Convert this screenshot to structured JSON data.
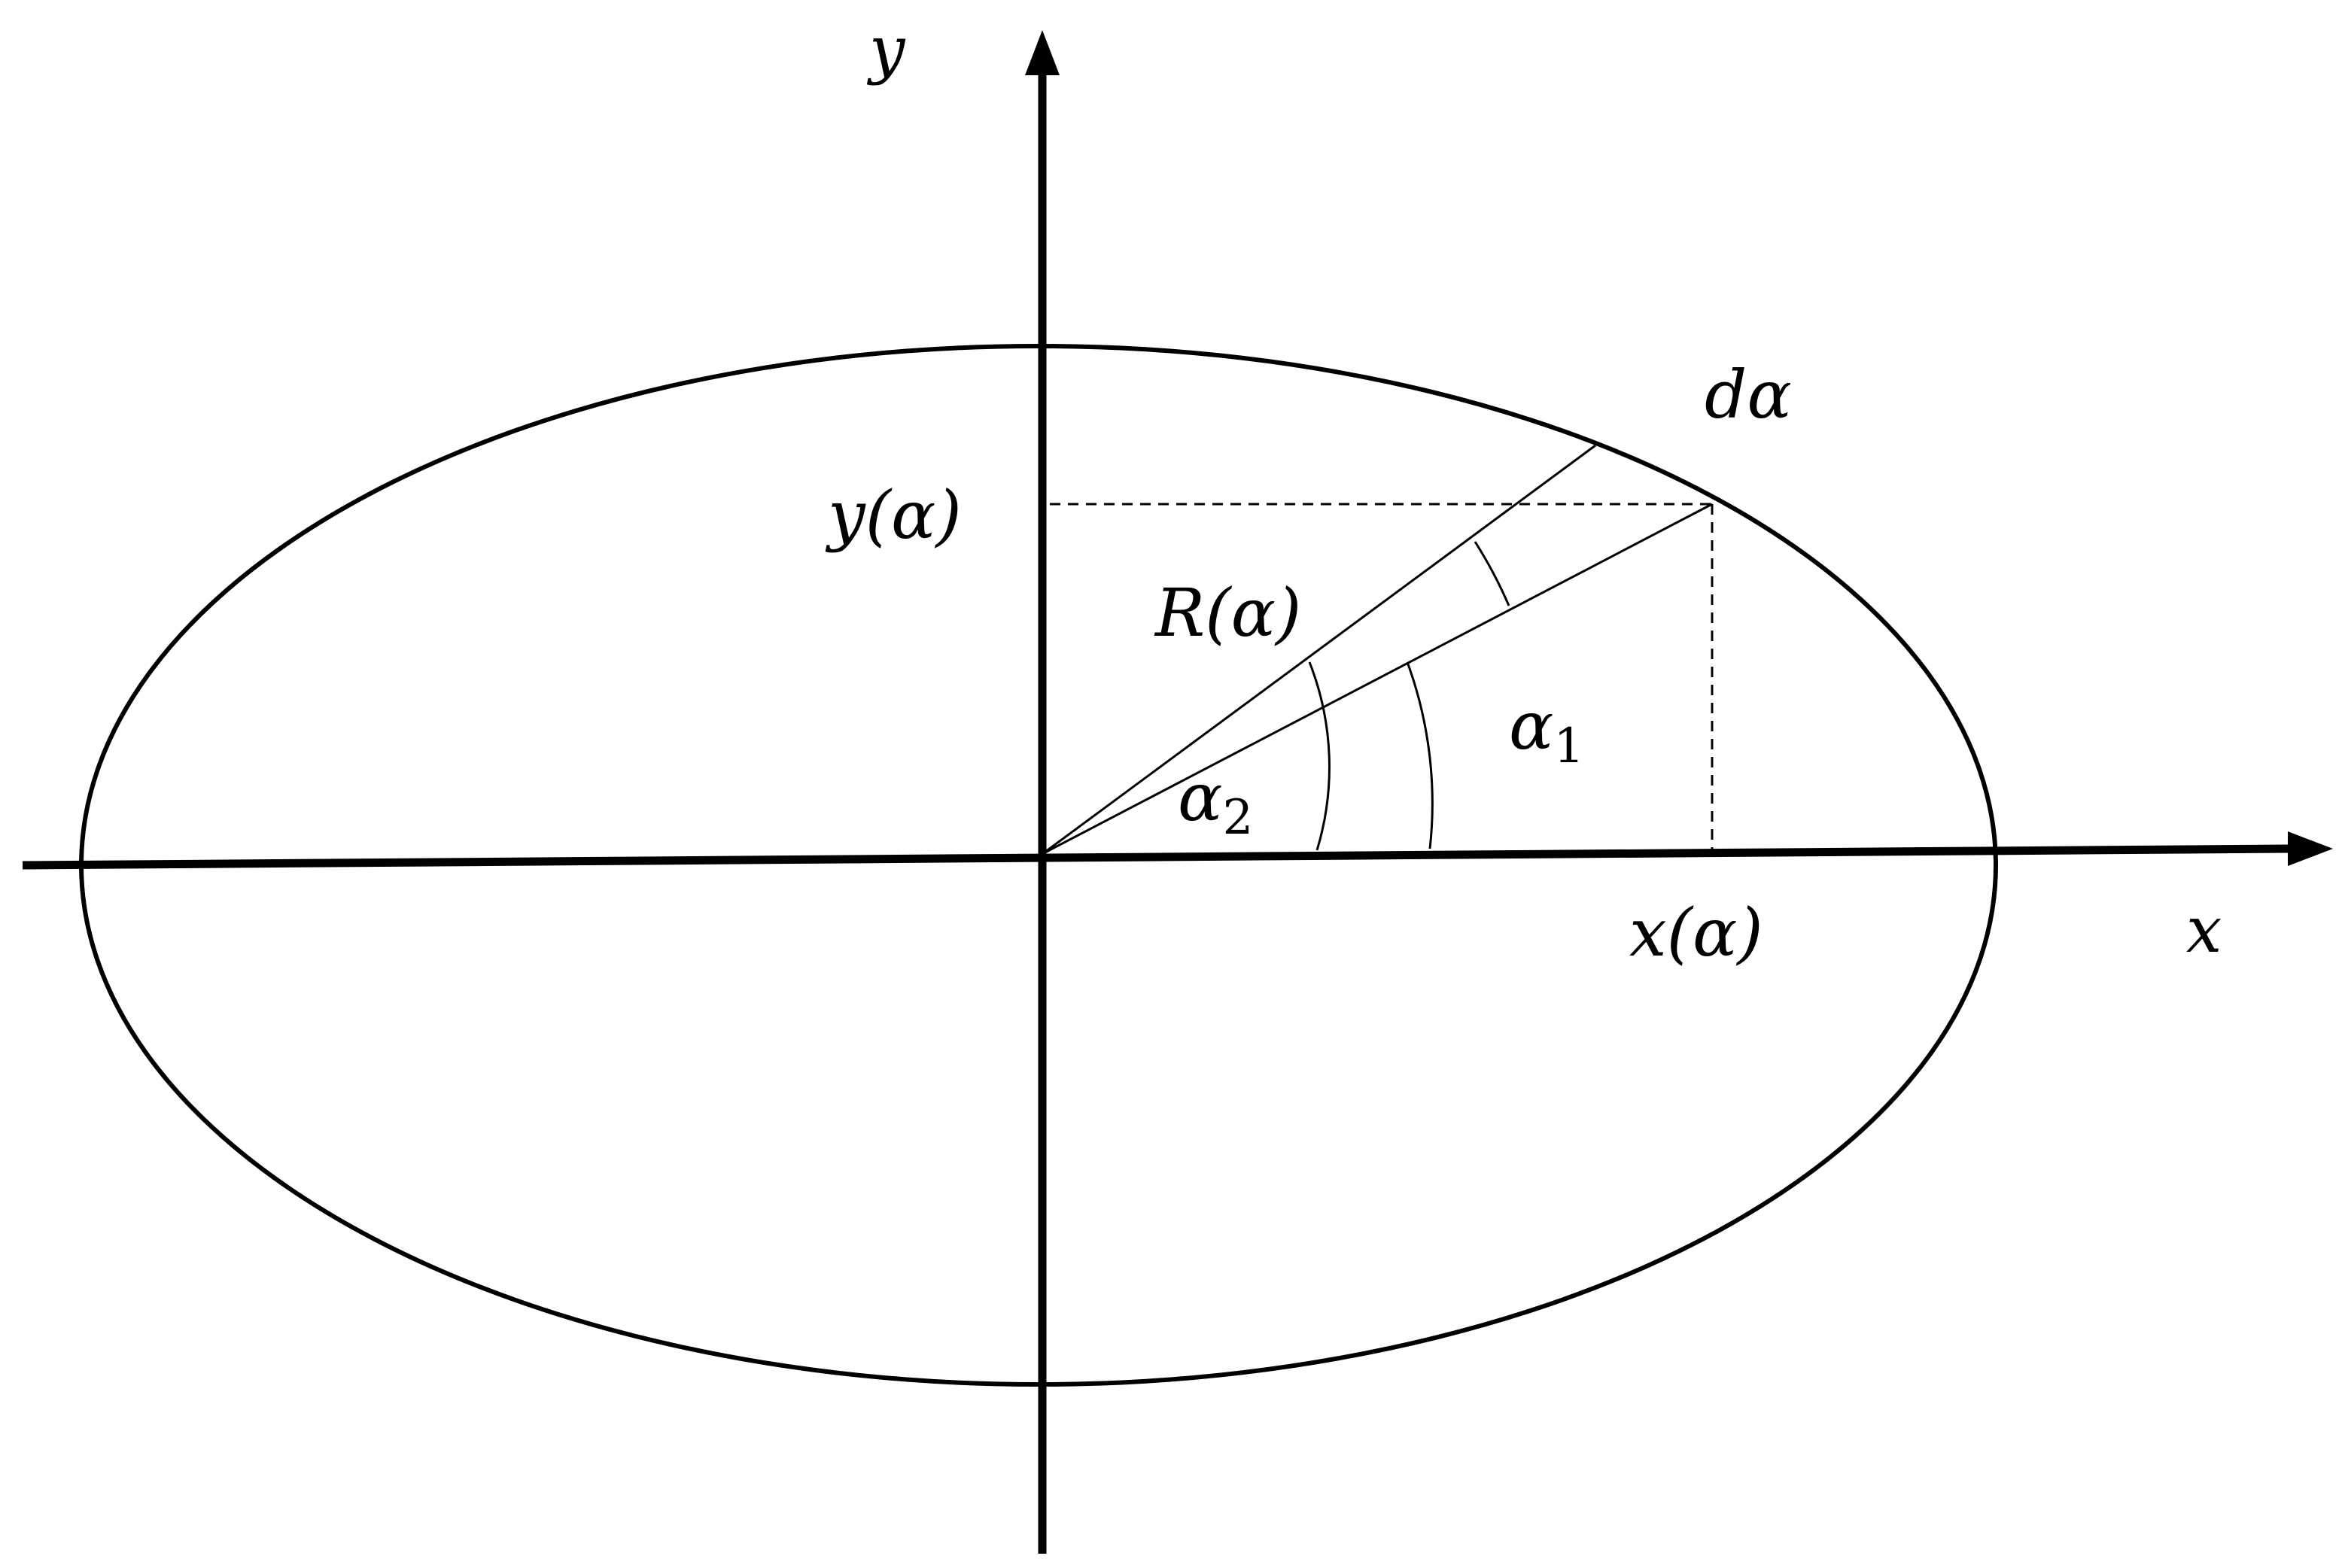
{
  "diagram": {
    "labels": {
      "y_axis": "y",
      "x_axis": "x",
      "y_of_alpha": "y(α)",
      "x_of_alpha": "x(α)",
      "r_of_alpha": "R(α)",
      "d_alpha": "dα",
      "alpha_1_base": "α",
      "alpha_1_sub": "1",
      "alpha_2_base": "α",
      "alpha_2_sub": "2"
    },
    "colors": {
      "stroke": "#000000",
      "background": "#ffffff"
    }
  }
}
